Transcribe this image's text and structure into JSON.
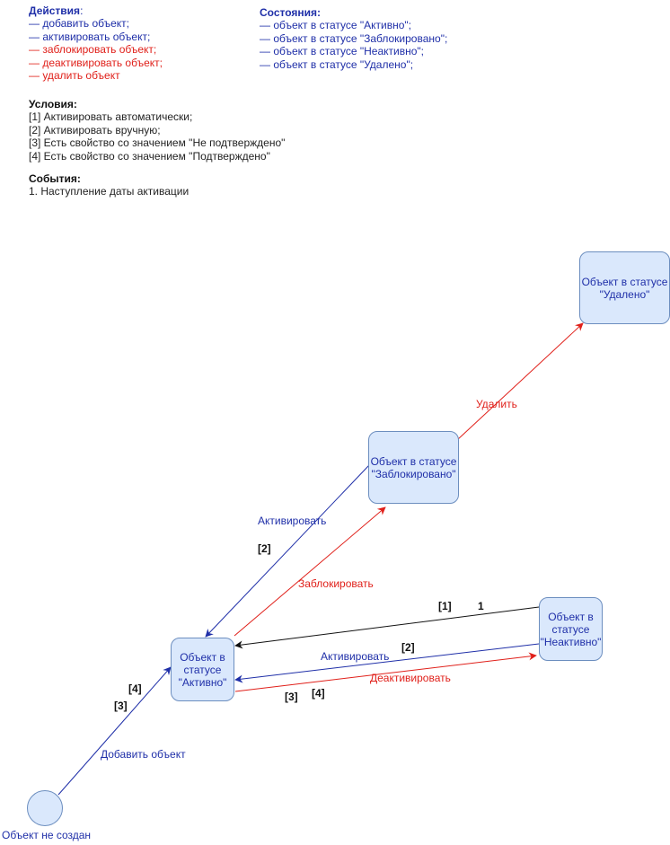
{
  "actions": {
    "title": "Действия",
    "colon": ":",
    "items": [
      {
        "text": "— добавить объект;",
        "color": "#1f2fa8"
      },
      {
        "text": "— активировать объект;",
        "color": "#1f2fa8"
      },
      {
        "text": "— заблокировать объект;",
        "color": "#e0201a"
      },
      {
        "text": "— деактивировать объект;",
        "color": "#e0201a"
      },
      {
        "text": "— удалить объект",
        "color": "#e0201a"
      }
    ]
  },
  "states": {
    "title": "Состояния:",
    "items": [
      "— объект в статусе \"Активно\";",
      "— объект в статусе \"Заблокировано\";",
      "— объект в статусе \"Неактивно\";",
      "— объект в статусе \"Удалено\";"
    ]
  },
  "conditions": {
    "title": "Условия:",
    "items": [
      "[1] Активировать автоматически;",
      "[2] Активировать вручную;",
      "[3] Есть свойство со значением \"Не подтверждено\"",
      "[4] Есть свойство со значением \"Подтверждено\""
    ]
  },
  "events": {
    "title": "События:",
    "items": [
      "1. Наступление даты активации"
    ]
  },
  "nodes": {
    "start_label": "Объект не создан",
    "active": "Объект в\nстатусе\n\"Активно\"",
    "blocked": "Объект в статусе\n\"Заблокировано\"",
    "inactive": "Объект в\nстатусе\n\"Неактивно\"",
    "deleted": "Объект в статусе\n\"Удалено\""
  },
  "edge_labels": {
    "add_object": "Добавить объект",
    "activate_from_blocked": "Активировать",
    "block": "Заблокировать",
    "delete": "Удалить",
    "activate_from_inactive": "Активировать",
    "deactivate": "Деактивировать"
  },
  "condition_marks": {
    "add_4": "[4]",
    "add_3": "[3]",
    "blocked_2": "[2]",
    "auto_1": "[1]",
    "event_1": "1",
    "inactive_2": "[2]",
    "deact_3": "[3]",
    "deact_4": "[4]"
  },
  "colors": {
    "blue": "#1f2fa8",
    "red": "#e0201a",
    "black": "#111111",
    "node_fill": "#dae8fc",
    "node_border": "#6c8ebf"
  }
}
